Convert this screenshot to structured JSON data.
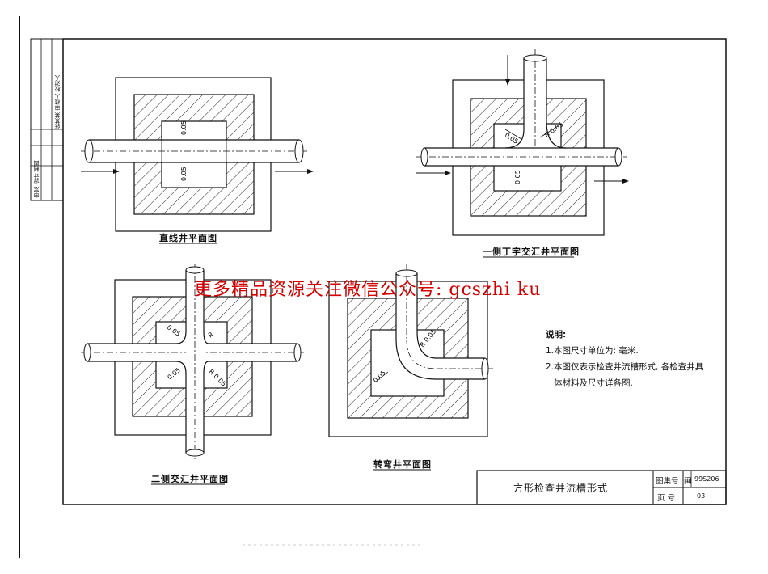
{
  "drawings": {
    "straight_title": "直线井平面图",
    "tee_title": "一侧丁字交汇井平面图",
    "cross_title": "二侧交汇井平面图",
    "bend_title": "转弯井平面图"
  },
  "dimensions": {
    "d1": "0.05",
    "d2": "0.05",
    "r": "R"
  },
  "watermark": "更多精品资源关注微信公众号: gcszhi ku",
  "notes": {
    "heading": "说明:",
    "item1": "1.本图尺寸单位为: 毫米.",
    "item2": "2.本图仅表示检查井流槽形式, 各检查井具",
    "item2_cont": "体材料及尺寸详各图."
  },
  "title_block": {
    "drawing_title": "方形检查井流槽形式",
    "atlas_label": "图集号",
    "atlas_prefix": "闽",
    "atlas_number": "99S206",
    "page_label": "页  号",
    "page_number": "03"
  },
  "sidebar": {
    "col1": "审定 设计 制图",
    "col2": "张某某 审核人 校对人"
  }
}
